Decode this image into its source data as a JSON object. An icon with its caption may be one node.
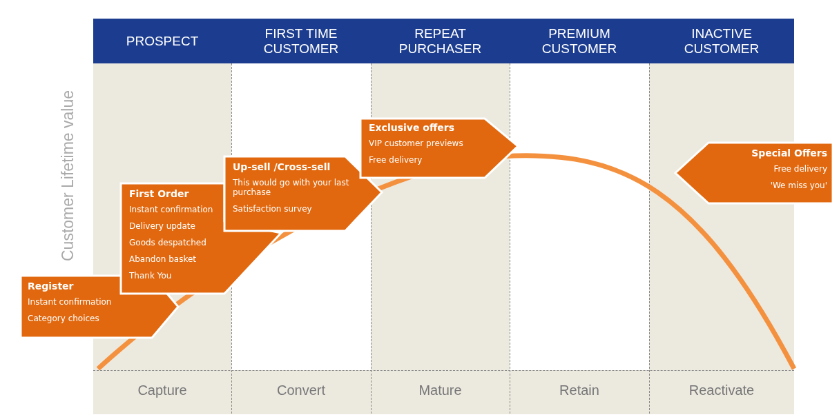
{
  "diagram": {
    "nodes": [
      {
        "text": [
          "PROSPECT",
          "Capture"
        ]
      },
      {
        "text": [
          "FIRST TIME CUSTOMER",
          "Convert"
        ]
      },
      {
        "text": [
          "REPEAT PURCHASER",
          "Mature"
        ]
      },
      {
        "text": [
          "PREMIUM CUSTOMER",
          "Retain"
        ]
      },
      {
        "text": [
          "INACTIVE CUSTOMER",
          "Reactivate"
        ]
      },
      {
        "text": [
          "Register",
          "Instant confirmation",
          "Category choices"
        ]
      },
      {
        "text": [
          "First Order",
          "Instant confirmation",
          "Delivery update",
          "Goods despatched",
          "Abandon basket",
          "Thank You"
        ]
      },
      {
        "text": [
          "Up-sell /Cross-sell",
          "This would go with your last purchase",
          "Satisfaction survey"
        ]
      },
      {
        "text": [
          "Exclusive offers",
          "VIP customer previews",
          "Free delivery"
        ]
      },
      {
        "text": [
          "Special Offers",
          "Free delivery",
          "'We miss you'"
        ]
      }
    ],
    "edges": [],
    "labels": [
      "Customer Lifetime value"
    ]
  }
}
